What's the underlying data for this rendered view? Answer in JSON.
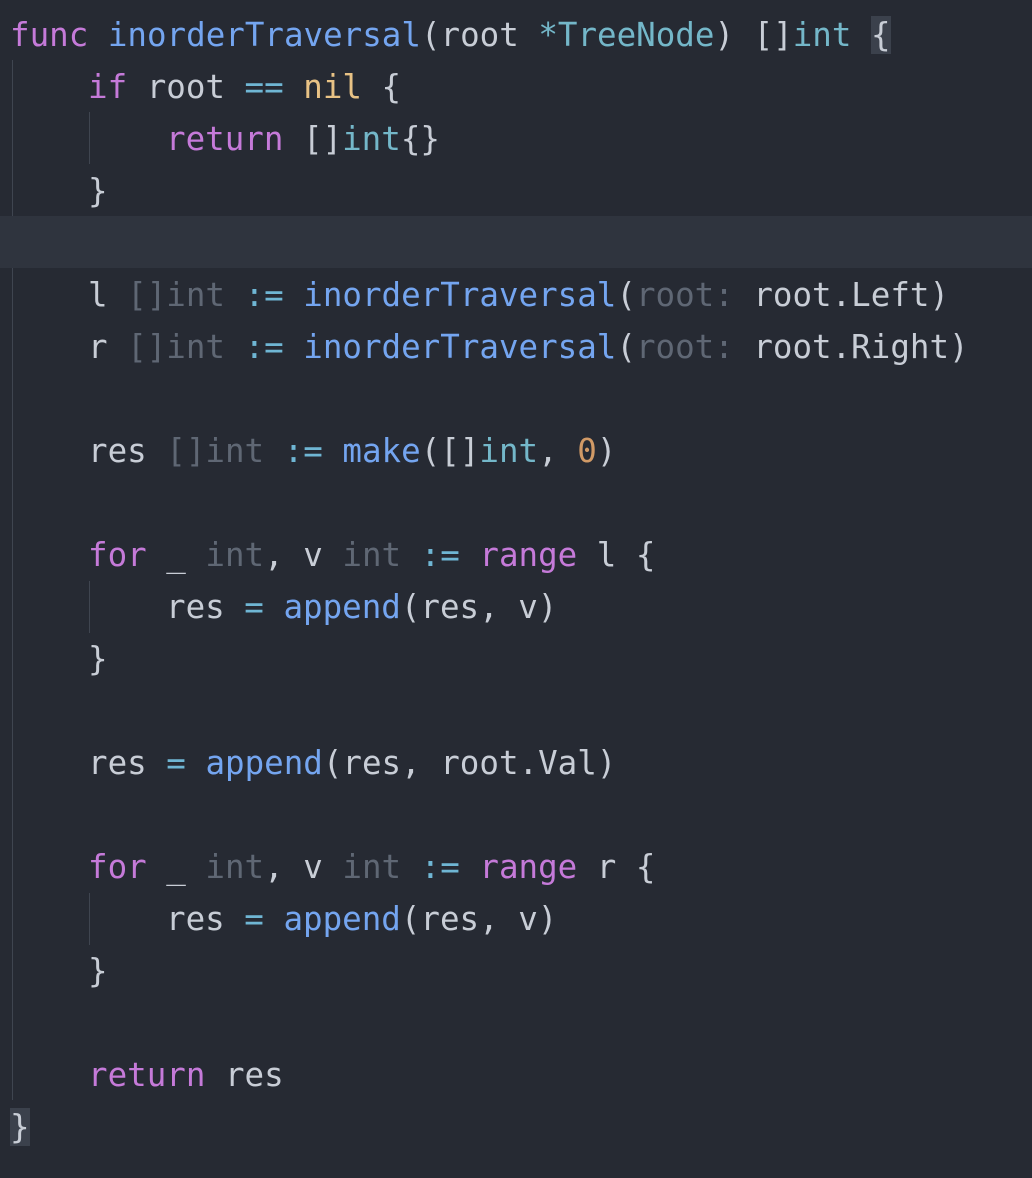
{
  "editor": {
    "language": "Go",
    "colors": {
      "background": "#262a33",
      "current_line": "#2f343e",
      "keyword": "#c57ad9",
      "function": "#74a5f0",
      "type": "#74b7c9",
      "inlay_hint": "#5f6774",
      "literal": "#e8c285",
      "number": "#d19a66",
      "text": "#c8cdd6"
    },
    "lines": {
      "l1": {
        "kw_func": "func",
        "sp1": " ",
        "name": "inorderTraversal",
        "open": "(root ",
        "type": "*TreeNode",
        "close": ") []",
        "ret_type": "int",
        "sp2": " ",
        "brace": "{"
      },
      "l2": {
        "kw_if": "if",
        "cond": " root ",
        "op": "==",
        "sp": " ",
        "nil": "nil",
        "brace": " {"
      },
      "l3": {
        "kw_return": "return",
        "rest": " []",
        "type": "int",
        "braces": "{}"
      },
      "l4": {
        "brace": "}"
      },
      "l6": {
        "var": "l ",
        "hint": "[]int",
        "sp": " ",
        "op": ":=",
        "sp2": " ",
        "call": "inorderTraversal",
        "open": "(",
        "param_hint": "root:",
        "arg": " root.Left)"
      },
      "l7": {
        "var": "r ",
        "hint": "[]int",
        "sp": " ",
        "op": ":=",
        "sp2": " ",
        "call": "inorderTraversal",
        "open": "(",
        "param_hint": "root:",
        "arg": " root.Right)"
      },
      "l9": {
        "var": "res ",
        "hint": "[]int",
        "sp": " ",
        "op": ":=",
        "sp2": " ",
        "call": "make",
        "open": "([]",
        "type": "int",
        "comma": ", ",
        "num": "0",
        "close": ")"
      },
      "l11": {
        "kw_for": "for",
        "blank": " _ ",
        "hint1": "int",
        "comma": ", v ",
        "hint2": "int",
        "sp": " ",
        "op": ":=",
        "sp2": " ",
        "kw_range": "range",
        "rest": " l {"
      },
      "l12": {
        "var": "res ",
        "op": "=",
        "sp": " ",
        "call": "append",
        "args": "(res, v)"
      },
      "l13": {
        "brace": "}"
      },
      "l15": {
        "var": "res ",
        "op": "=",
        "sp": " ",
        "call": "append",
        "args": "(res, root.Val)"
      },
      "l17": {
        "kw_for": "for",
        "blank": " _ ",
        "hint1": "int",
        "comma": ", v ",
        "hint2": "int",
        "sp": " ",
        "op": ":=",
        "sp2": " ",
        "kw_range": "range",
        "rest": " r {"
      },
      "l18": {
        "var": "res ",
        "op": "=",
        "sp": " ",
        "call": "append",
        "args": "(res, v)"
      },
      "l19": {
        "brace": "}"
      },
      "l21": {
        "kw_return": "return",
        "rest": " res"
      },
      "l22": {
        "brace": "}"
      }
    }
  }
}
